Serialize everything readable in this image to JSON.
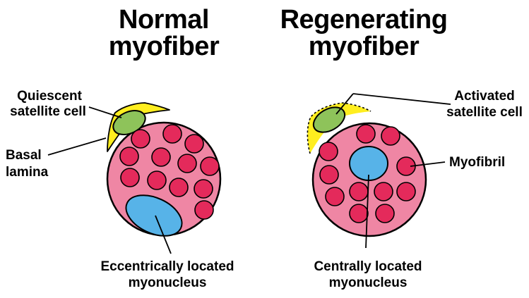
{
  "panels": {
    "normal": {
      "title_line1": "Normal",
      "title_line2": "myofiber",
      "labels": {
        "quiescent_line1": "Quiescent",
        "quiescent_line2": "satellite cell",
        "basal_line1": "Basal",
        "basal_line2": "lamina",
        "nucleus_line1": "Eccentrically located",
        "nucleus_line2": "myonucleus"
      }
    },
    "regenerating": {
      "title_line1": "Regenerating",
      "title_line2": "myofiber",
      "labels": {
        "activated_line1": "Activated",
        "activated_line2": "satellite cell",
        "myofibril": "Myofibril",
        "nucleus_line1": "Centrally located",
        "nucleus_line2": "myonucleus"
      }
    }
  },
  "colors": {
    "fiber": "#ef86a4",
    "myofibril": "#e42a5b",
    "nucleus": "#57b3e8",
    "satellite_cell": "#8ec35a",
    "basal_lamina": "#ffee1f",
    "outline": "#000000"
  }
}
